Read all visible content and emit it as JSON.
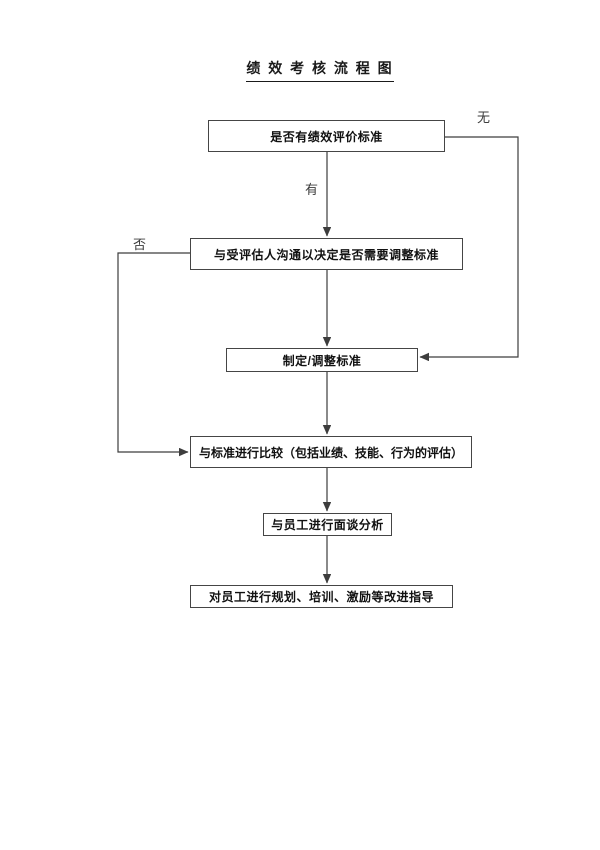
{
  "page": {
    "title": "绩 效 考 核 流 程 图"
  },
  "flowchart": {
    "nodes": [
      {
        "label": "是否有绩效评价标准"
      },
      {
        "label": "与受评估人沟通以决定是否需要调整标准"
      },
      {
        "label": "制定/调整标准"
      },
      {
        "label": "与标准进行比较（包括业绩、技能、行为的评估）"
      },
      {
        "label": "与员工进行面谈分析"
      },
      {
        "label": "对员工进行规划、培训、激励等改进指导"
      }
    ],
    "edge_labels": {
      "has_standard_no": "无",
      "has_standard_yes": "有",
      "adjust_no": "否"
    },
    "line_color": "#3d3d3d"
  }
}
